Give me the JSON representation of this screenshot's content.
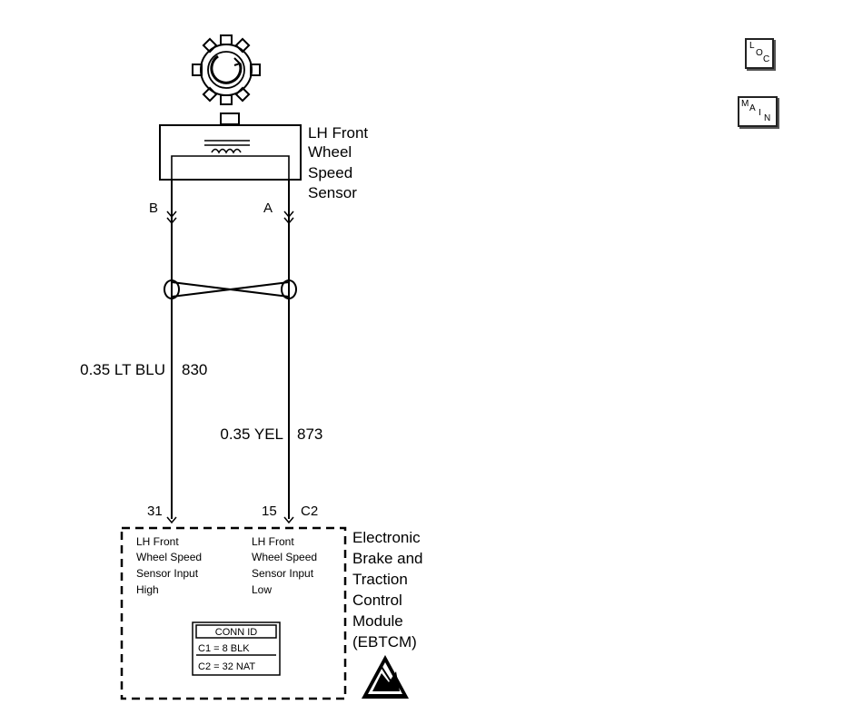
{
  "sensor": {
    "name_lines": [
      "LH Front",
      "Wheel",
      "Speed",
      "Sensor"
    ],
    "pin_left": "B",
    "pin_right": "A"
  },
  "wires": {
    "left": {
      "gauge_color": "0.35 LT BLU",
      "circuit": "830"
    },
    "right": {
      "gauge_color": "0.35 YEL",
      "circuit": "873"
    }
  },
  "module": {
    "name_lines": [
      "Electronic",
      "Brake and",
      "Traction",
      "Control",
      "Module",
      "(EBTCM)"
    ],
    "pin_left": "31",
    "pin_right": "15",
    "connector": "C2",
    "input_high_lines": [
      "LH Front",
      "Wheel Speed",
      "Sensor Input",
      "High"
    ],
    "input_low_lines": [
      "LH Front",
      "Wheel Speed",
      "Sensor Input",
      "Low"
    ],
    "conn_id": {
      "title": "CONN ID",
      "rows": [
        "C1 = 8 BLK",
        "C2 = 32 NAT"
      ]
    }
  },
  "nav": {
    "loc": {
      "l": "L",
      "o": "O",
      "c": "C"
    },
    "main": {
      "m": "M",
      "a": "A",
      "i": "I",
      "n": "N"
    }
  }
}
